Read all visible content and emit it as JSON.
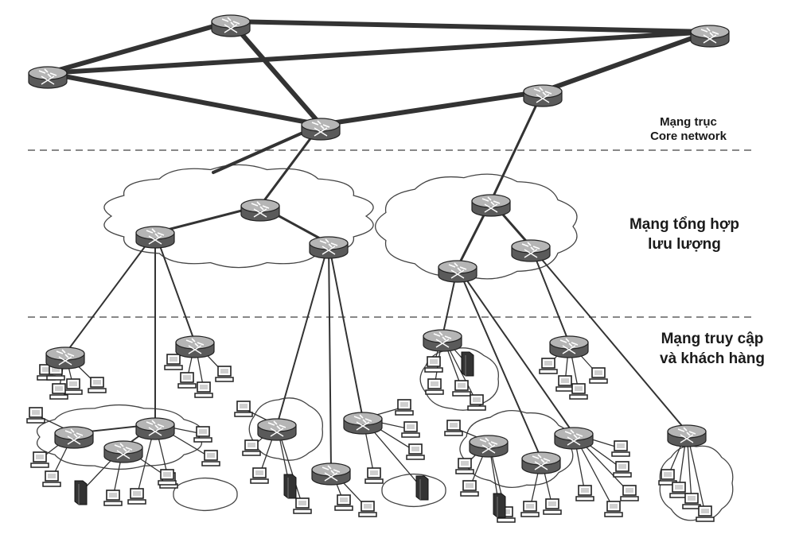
{
  "labels": {
    "core_vi": "Mạng trục",
    "core_en": "Core network",
    "aggregation_line1": "Mạng tổng hợp",
    "aggregation_line2": "lưu lượng",
    "access_line1": "Mạng truy cập",
    "access_line2": "và khách hàng"
  },
  "colors": {
    "line": "#333333",
    "router_top": "#b5b5b5",
    "router_side": "#5a5a5a",
    "cloud_stroke": "#444444",
    "dashed_separator": "#888888"
  }
}
